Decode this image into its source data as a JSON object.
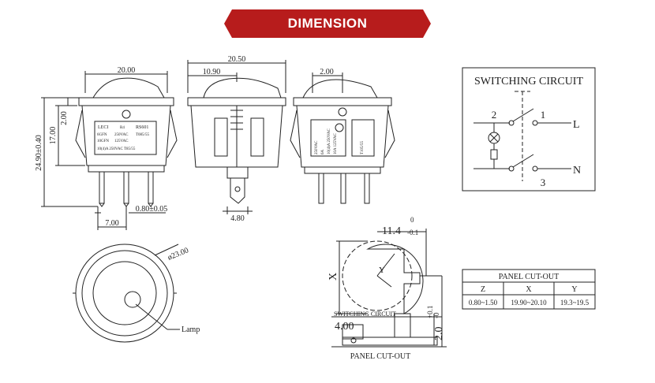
{
  "banner": {
    "title": "DIMENSION",
    "color": "#b71c1c"
  },
  "front_view": {
    "width_label": "20.00",
    "height_label": "24.90±0.40",
    "body_height_label": "17.00",
    "top_offset_label": "2.00",
    "pin_pitch_label": "7.00",
    "pin_thickness_label": "0.80±0.05",
    "marking_lines": [
      "LECI",
      "R4",
      "RS601",
      "6GFN",
      "250VAC",
      "T085/55",
      "10GFN",
      "125VAC",
      "10(4)A 250VAC T85/55"
    ]
  },
  "side_view": {
    "width_label": "20.50",
    "rocker_label": "10.90",
    "tab_width_label": "4.80"
  },
  "rear_view": {
    "offset_label": "2.00",
    "marking_lines": [
      "250VAC",
      "6A",
      "10(4)A 250VAC",
      "10A 125VAC",
      "T105/55"
    ]
  },
  "circuit": {
    "title": "SWITCHING CIRCUIT",
    "terminal_2": "2",
    "terminal_1": "1",
    "terminal_3": "3",
    "label_L": "L",
    "label_N": "N"
  },
  "round_view": {
    "diameter_label": "ø23.00",
    "lamp_label": "Lamp"
  },
  "cutout_drawing": {
    "top_dim_label": "11.4",
    "top_tol_upper": "0",
    "top_tol_lower": "-0.1",
    "x_label": "X",
    "y_label": "Y",
    "z_label": "2.0",
    "z_tol_upper": "+0.1",
    "z_tol_lower": "-0",
    "dim_400_label": "4.00",
    "circuit_label": "SWITCHING CIRCUIT",
    "caption": "PANEL CUT-OUT"
  },
  "cutout_table": {
    "title": "PANEL CUT-OUT",
    "headers": [
      "Z",
      "X",
      "Y"
    ],
    "row": [
      "0.80~1.50",
      "19.90~20.10",
      "19.3~19.5"
    ]
  }
}
